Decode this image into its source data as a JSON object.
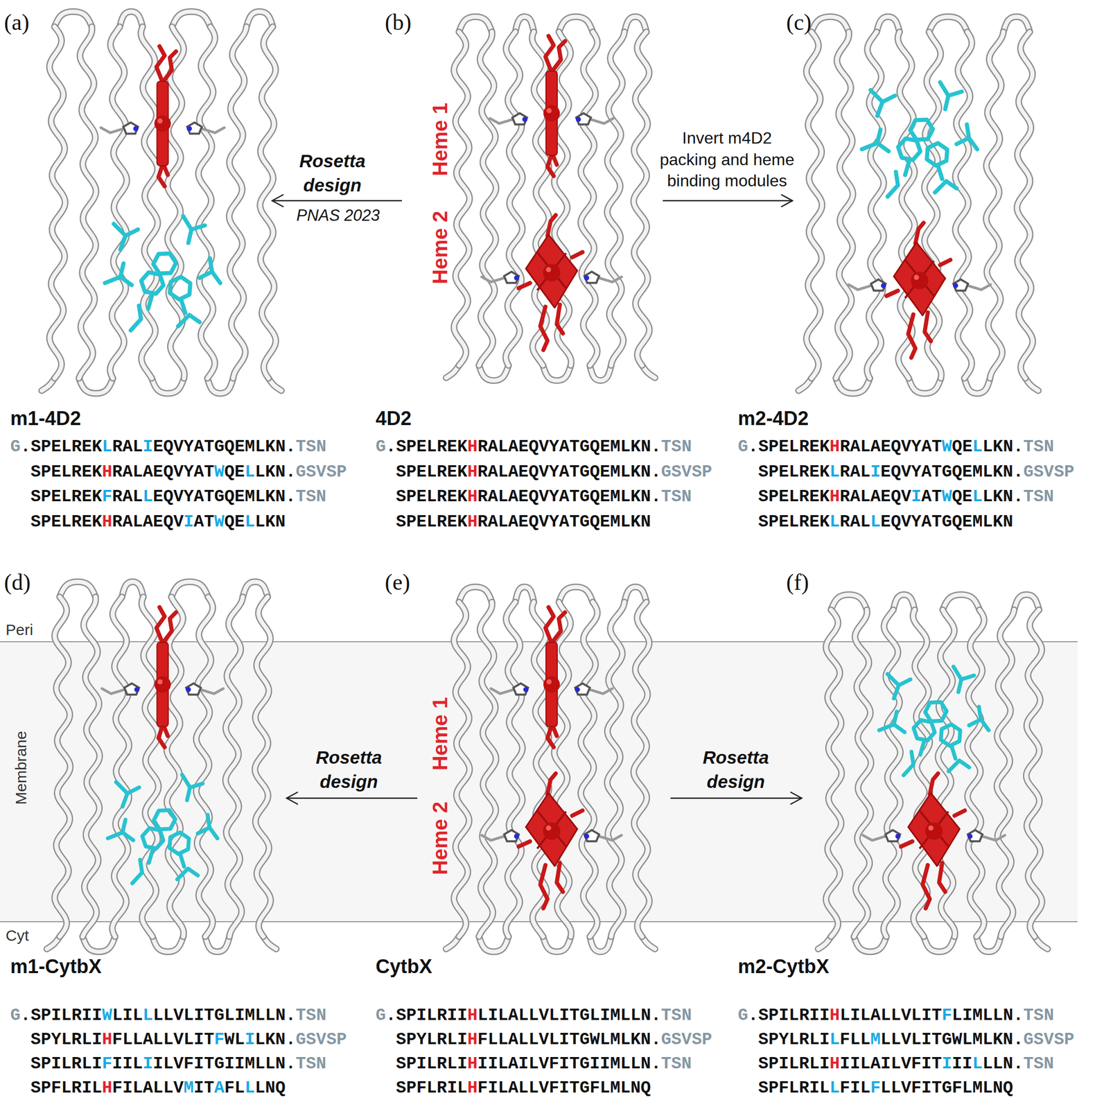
{
  "diagram": {
    "labels": [
      "(a)",
      "(b)",
      "(c)",
      "Rosetta design",
      "PNAS 2023",
      "Heme 1",
      "Heme 2",
      "Invert m4D2 packing and heme binding modules",
      "m1-4D2",
      "G.SPELREKLRALIEQVYATGQEMLKN.TSN",
      "SPELREKHRALAEQVYATWQELLKN.GSVSP",
      "SPELREKFRALLEQVYATGQEMLKN.TSN",
      "SPELREKHRALAEQVIATWQELLKN",
      "4D2",
      "G.SPELREKHRALAEQVYATGQEMLKN.TSN",
      "SPELREKHRALAEQVYATGQEMLKN.GSVSP",
      "SPELREKHRALAEQVYATGQEMLKN.TSN",
      "SPELREKHRALAEQVYATGQEMLKN",
      "m2-4D2",
      "G.SPELREKHRALAEQVYATWQELLKN.TSN",
      "SPELREKLRALIEQVYATGQEMLKN.GSVSP",
      "SPELREKHRALAEQVIATWQELLKN.TSN",
      "SPELREKLRALLEQVYATGQEMLKN",
      "(d)",
      "(e)",
      "(f)",
      "Peri",
      "Membrane",
      "Cyt",
      "Rosetta design",
      "Heme 1",
      "Heme 2",
      "Rosetta design",
      "m1-CytbX",
      "G.SPILRIIWLILLLLVLITGLIMLLN.TSN",
      "SPYLRLIHFLLALLVLITFWLILKN.GSVSP",
      "SPILRLIFIILIILVFITGIIMLLN.TSN",
      "SPFLRILHFILALLVMITAFLLLNQ",
      "CytbX",
      "G.SPILRIIHLILALLVLITGLIMLLN.TSN",
      "SPYLRLIHFLLALLVLITGWLMLKN.GSVSP",
      "SPILRLIHIILAILVFITGIIMLLN.TSN",
      "SPFLRILHFILALLVFITGFLMLNQ",
      "m2-CytbX",
      "G.SPILRIIHLILALLVLITFLIMLLN.TSN",
      "SPYLRLILFLLMLLVLITGWLMLKN.GSVSP",
      "SPILRLIHIILAILVFITIIILLLN.TSN",
      "SPFLRILLFILFLLVFITGFLMLNQ"
    ]
  }
}
